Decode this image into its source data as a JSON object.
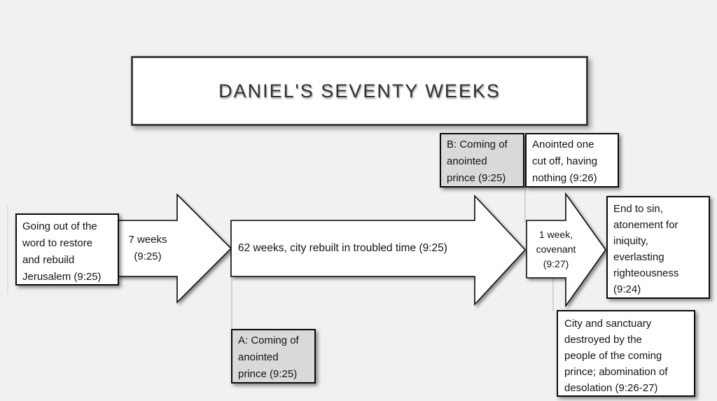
{
  "slide": {
    "title": "DANIEL'S SEVENTY WEEKS"
  },
  "colors": {
    "background": "#f0f1f1",
    "box_fill": "#ffffff",
    "highlight_fill": "#d9d9d9",
    "border": "#0a0a0a",
    "title_border": "#404040",
    "connector": "#ccd4da"
  },
  "boxes": {
    "going_out": {
      "text": "Going out of the\nword to restore\nand rebuild\nJerusalem (9:25)"
    },
    "b_coming": {
      "text": "B: Coming of\nanointed\nprince (9:25)"
    },
    "anointed_cut_off": {
      "text": "Anointed one\ncut off, having\nnothing (9:26)"
    },
    "end_to_sin": {
      "text": "End to sin,\natonement for\niniquity,\neverlasting\nrighteousness\n(9:24)"
    },
    "city_destroyed": {
      "text": "City and sanctuary\ndestroyed by the\npeople of the coming\nprince; abomination of\ndesolation (9:26-27)"
    },
    "a_coming": {
      "text": "A: Coming of\nanointed\nprince (9:25)"
    }
  },
  "arrows": {
    "seven_weeks": {
      "label": "7 weeks\n(9:25)"
    },
    "sixty_two_weeks": {
      "label": "62 weeks, city rebuilt in troubled time (9:25)"
    },
    "one_week": {
      "label": "1 week,\ncovenant\n(9:27)"
    }
  }
}
